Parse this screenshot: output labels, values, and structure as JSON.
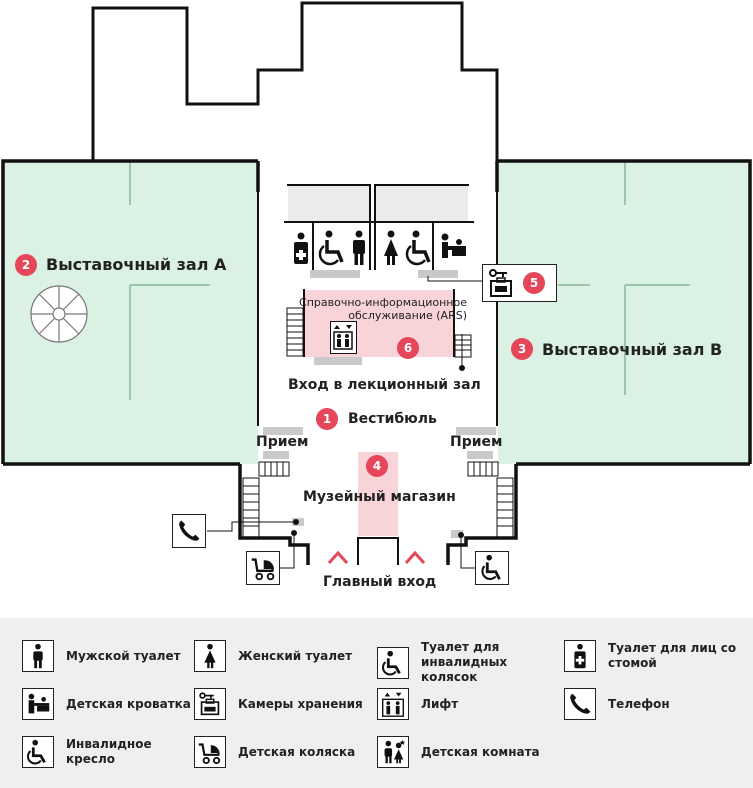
{
  "map": {
    "rooms": {
      "hall_a": "Выставочный зал A",
      "hall_b": "Выставочный зал B",
      "info_desk": "Справочно-информационное обслуживание (ARS)",
      "lecture_entrance": "Вход в лекционный зал",
      "lobby": "Вестибюль",
      "reception_left": "Прием",
      "reception_right": "Прием",
      "museum_shop": "Музейный магазин",
      "main_entrance": "Главный вход"
    },
    "markers": [
      "1",
      "2",
      "3",
      "4",
      "5",
      "6"
    ],
    "colors": {
      "hall_fill": "#daf1e3",
      "marker": "#e5465a",
      "shop_fill": "#f8d4d8",
      "wall": "#111111"
    }
  },
  "legend": {
    "items": [
      {
        "icon": "male-toilet-icon",
        "label": "Мужской туалет"
      },
      {
        "icon": "female-toilet-icon",
        "label": "Женский туалет"
      },
      {
        "icon": "wheelchair-toilet-icon",
        "label": "Туалет для инвалидных колясок"
      },
      {
        "icon": "ostomy-toilet-icon",
        "label": "Туалет для лиц со стомой"
      },
      {
        "icon": "baby-changing-icon",
        "label": "Детская кроватка"
      },
      {
        "icon": "locker-icon",
        "label": "Камеры хранения"
      },
      {
        "icon": "elevator-icon",
        "label": "Лифт"
      },
      {
        "icon": "telephone-icon",
        "label": "Телефон"
      },
      {
        "icon": "wheelchair-icon",
        "label": "Инвалидное кресло"
      },
      {
        "icon": "stroller-icon",
        "label": "Детская коляска"
      },
      {
        "icon": "kids-room-icon",
        "label": "Детская комната"
      }
    ]
  }
}
